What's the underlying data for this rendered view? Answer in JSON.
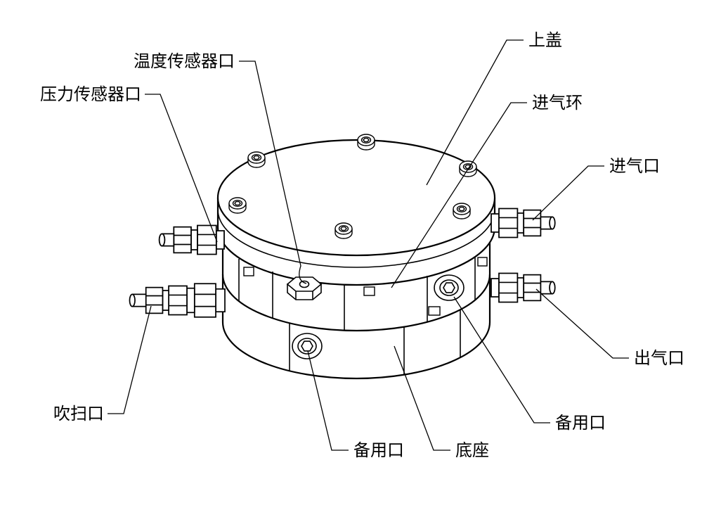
{
  "diagram": {
    "type": "technical-line-drawing",
    "background": "#ffffff",
    "line_color": "#000000",
    "labels": {
      "temperature_sensor_port": "温度传感器口",
      "pressure_sensor_port": "压力传感器口",
      "top_cover": "上盖",
      "intake_ring": "进气环",
      "inlet_port": "进气口",
      "outlet_port": "出气口",
      "spare_port_right": "备用口",
      "base": "底座",
      "spare_port_bottom": "备用口",
      "purge_port": "吹扫口"
    }
  }
}
